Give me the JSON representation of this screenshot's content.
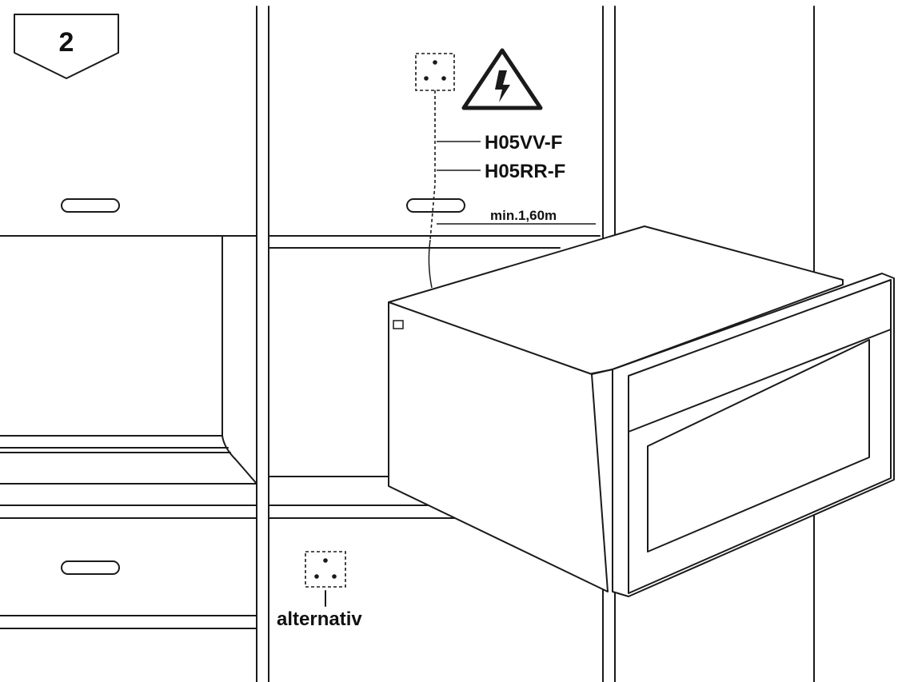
{
  "step": {
    "number": "2"
  },
  "cable_types": [
    "H05VV-F",
    "H05RR-F"
  ],
  "min_height_label": "min.1,60m",
  "alternative_label": "alternativ",
  "icons": {
    "warning": "high-voltage-warning-icon",
    "socket": "power-socket-icon"
  },
  "colors": {
    "line": "#1a1a1a",
    "background": "#ffffff"
  }
}
